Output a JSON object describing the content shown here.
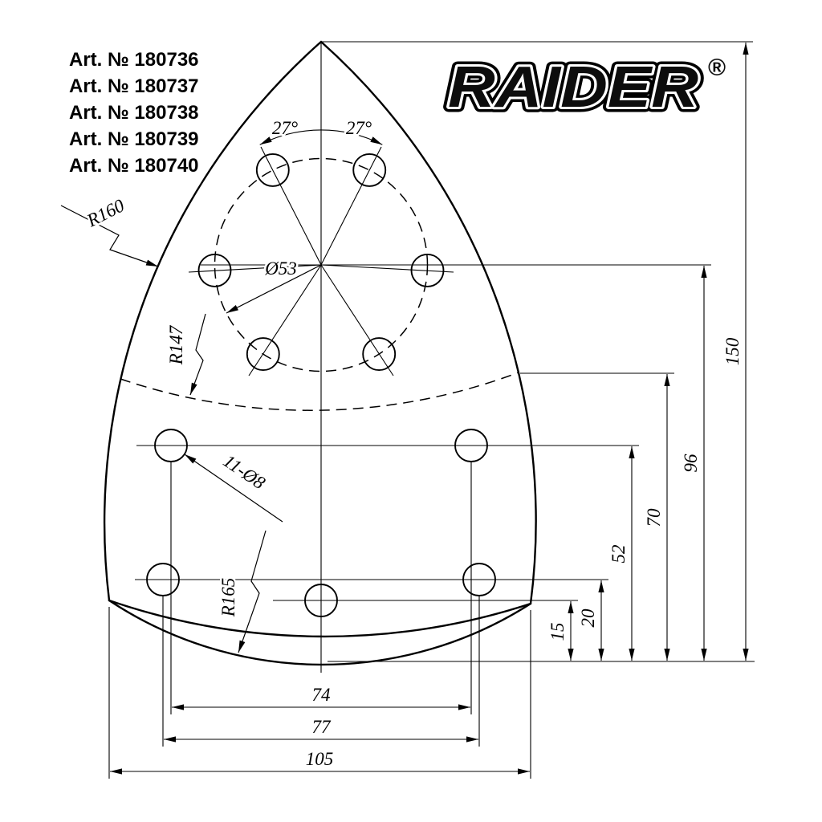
{
  "art_list": {
    "items": [
      "Art. № 180736",
      "Art. № 180737",
      "Art. № 180738",
      "Art. № 180739",
      "Art. № 180740"
    ]
  },
  "logo": {
    "text": "RAIDER",
    "registered_mark": "®"
  },
  "drawing": {
    "angle_dims": {
      "left": "27°",
      "right": "27°"
    },
    "diameter_dim": "Ø53",
    "radius_dims": {
      "outer_edge": "R160",
      "mid_arc": "R147",
      "bottom_edge": "R165"
    },
    "hole_callout": "11-Ø8",
    "vertical_dims": {
      "d15": "15",
      "d20": "20",
      "d52": "52",
      "d70": "70",
      "d96": "96",
      "d150": "150"
    },
    "horizontal_dims": {
      "d74": "74",
      "d77": "77",
      "d105": "105"
    }
  }
}
